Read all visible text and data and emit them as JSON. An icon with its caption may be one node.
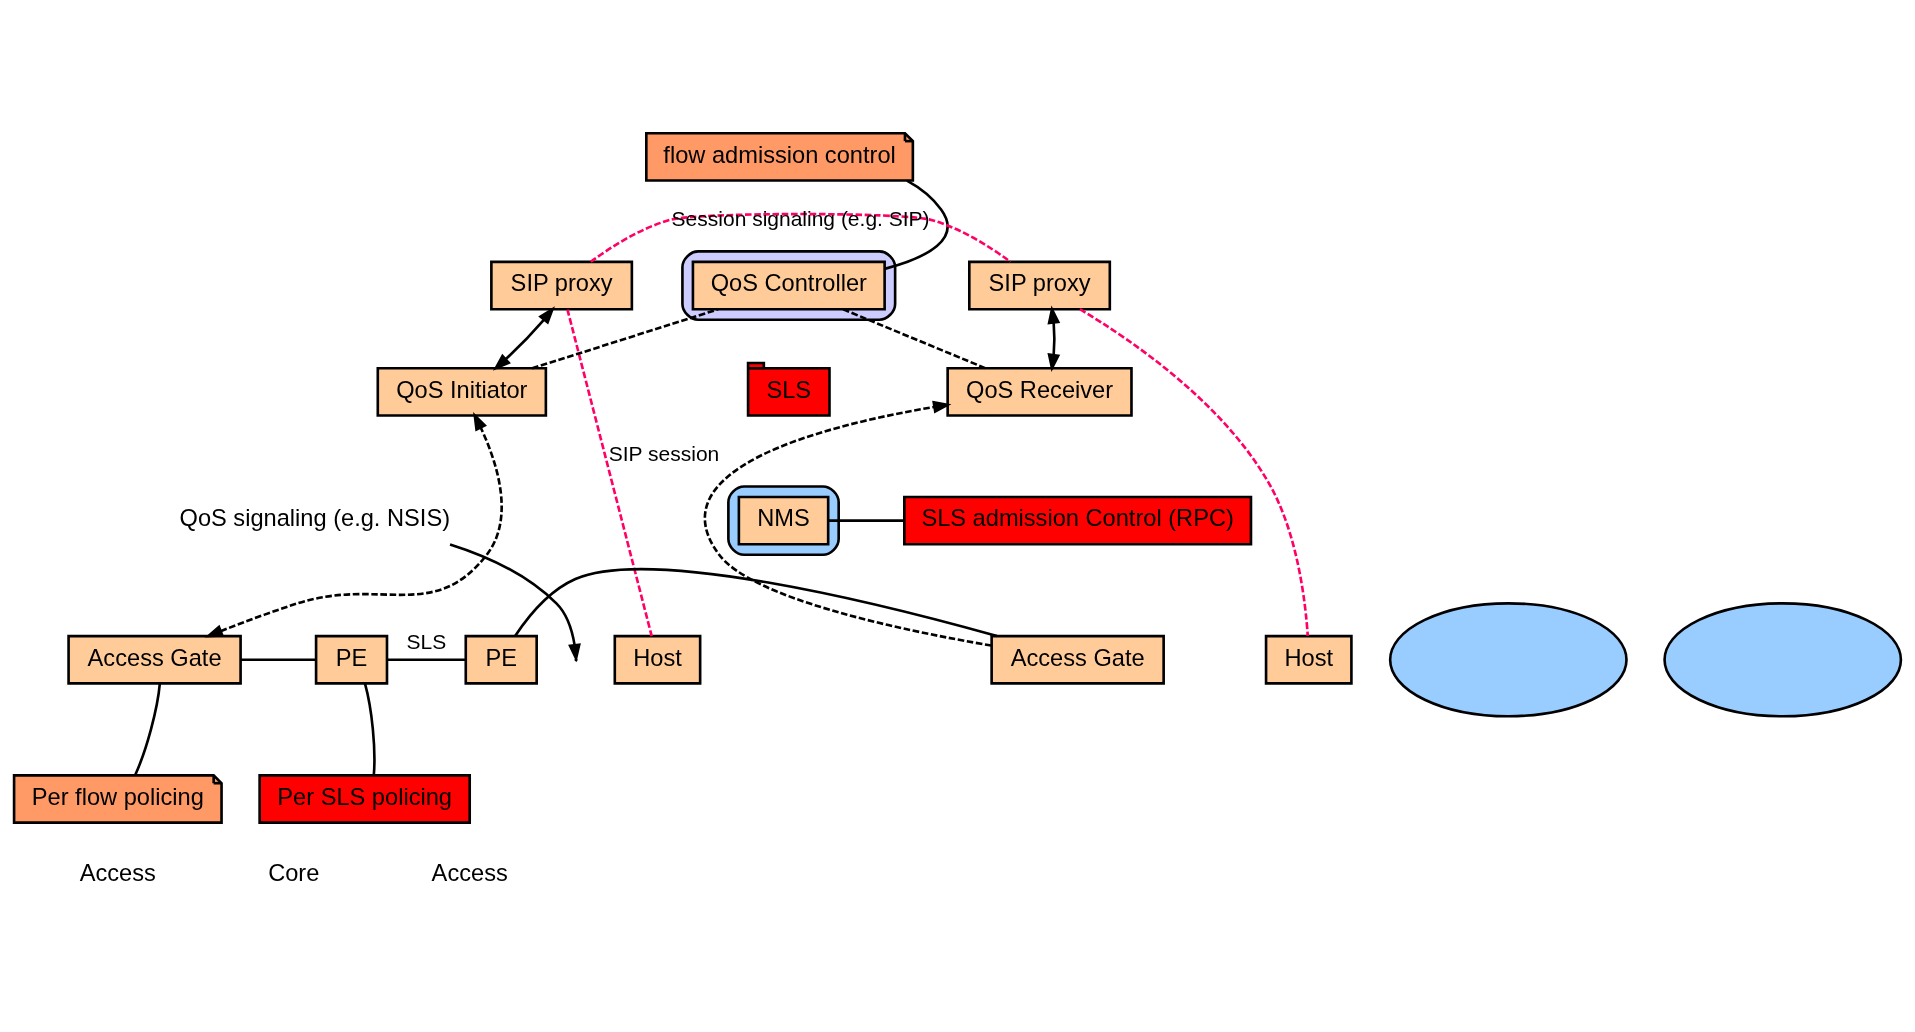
{
  "diagram": {
    "nodes": [
      {
        "text": [
          "flow admission control"
        ]
      },
      {
        "text": [
          "SIP proxy"
        ]
      },
      {
        "text": [
          "SIP proxy"
        ]
      },
      {
        "text": [],
        "shape": "ellipse"
      },
      {
        "text": [
          "QoS Controller"
        ],
        "in": 3
      },
      {
        "text": [
          "QoS Initiator"
        ]
      },
      {
        "text": [
          "QoS Receiver"
        ]
      },
      {
        "text": [
          "QoS signaling (e.g. NSIS)"
        ]
      },
      {
        "text": [
          "SLS"
        ]
      },
      {
        "text": [
          "SLS admission Control (RPC)"
        ]
      },
      {
        "text": [],
        "shape": "ellipse"
      },
      {
        "text": [],
        "shape": "ellipse"
      },
      {
        "text": [
          "NMS"
        ],
        "in": 11
      },
      {
        "text": [],
        "shape": "ellipse"
      },
      {
        "text": [
          "Host"
        ]
      },
      {
        "text": [
          "Access Gate"
        ]
      },
      {
        "text": [
          "PE"
        ]
      },
      {
        "text": [
          "PE"
        ]
      },
      {
        "text": [
          "Access Gate"
        ]
      },
      {
        "text": [
          "Host"
        ]
      },
      {
        "text": [
          "Per flow policing"
        ]
      },
      {
        "text": [
          "Per SLS policing"
        ]
      }
    ],
    "edges": [
      {
        "from": 1,
        "to": 2,
        "arrow": "none",
        "label": "Session signaling (e.g. SIP)",
        "style": "dashed",
        "color": "#ff0066"
      },
      {
        "from": 1,
        "to": 14,
        "arrow": "none",
        "label": "SIP session",
        "style": "dashed",
        "color": "#ff0066"
      },
      {
        "from": 2,
        "to": 19,
        "arrow": "none",
        "style": "dashed",
        "color": "#ff0066"
      },
      {
        "from": 1,
        "to": 5,
        "arrow": "both"
      },
      {
        "from": 2,
        "to": 6,
        "arrow": "both"
      },
      {
        "from": 5,
        "to": 4,
        "arrow": "none",
        "style": "dashed"
      },
      {
        "from": 4,
        "to": 6,
        "arrow": "none",
        "style": "dashed"
      },
      {
        "from": 7,
        "to": null,
        "arrow": "to"
      },
      {
        "from": 15,
        "to": 5,
        "arrow": "both",
        "style": "dashed"
      },
      {
        "from": 18,
        "to": 6,
        "arrow": "to",
        "style": "dashed"
      },
      {
        "from": 15,
        "to": 16,
        "arrow": "none"
      },
      {
        "from": 16,
        "to": 17,
        "arrow": "none",
        "label": "SLS"
      },
      {
        "from": 17,
        "to": 18,
        "arrow": "none"
      },
      {
        "from": 0,
        "to": 4,
        "arrow": "none"
      },
      {
        "from": 9,
        "to": 12,
        "arrow": "none"
      },
      {
        "from": 20,
        "to": 15,
        "arrow": "none"
      },
      {
        "from": 21,
        "to": 16,
        "arrow": "none"
      }
    ],
    "labels": [
      "Access",
      "Core",
      "Access"
    ]
  }
}
